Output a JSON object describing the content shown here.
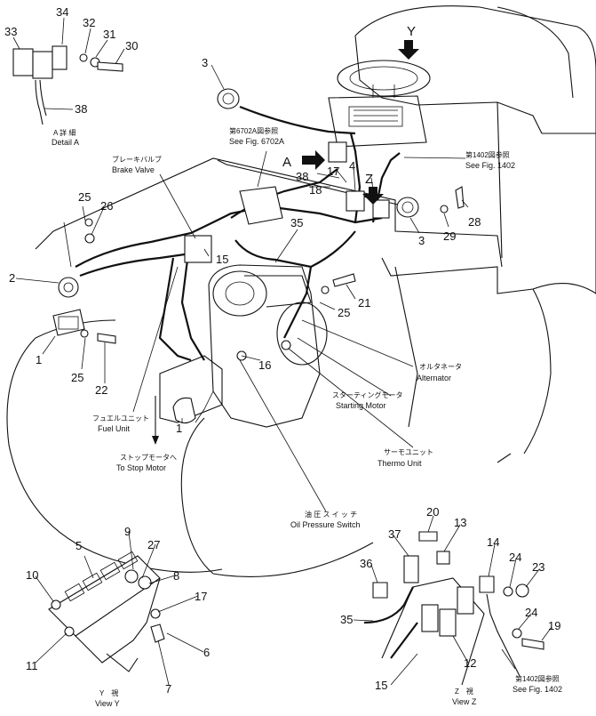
{
  "diagram": {
    "part_numbers": {
      "p1a": "1",
      "p1b": "1",
      "p2": "2",
      "p3a": "3",
      "p3b": "3",
      "p4": "4",
      "p5": "5",
      "p6": "6",
      "p7": "7",
      "p8": "8",
      "p9": "9",
      "p10": "10",
      "p11": "11",
      "p12": "12",
      "p13": "13",
      "p14": "14",
      "p15a": "15",
      "p15b": "15",
      "p16": "16",
      "p17a": "17",
      "p17b": "17",
      "p18": "18",
      "p19": "19",
      "p20": "20",
      "p21": "21",
      "p22": "22",
      "p23": "23",
      "p24a": "24",
      "p24b": "24",
      "p25a": "25",
      "p25b": "25",
      "p25c": "25",
      "p26": "26",
      "p27": "27",
      "p28": "28",
      "p29": "29",
      "p30": "30",
      "p31": "31",
      "p32": "32",
      "p33": "33",
      "p34": "34",
      "p35a": "35",
      "p35b": "35",
      "p36": "36",
      "p37": "37",
      "p38a": "38",
      "p38b": "38"
    },
    "view_letters": {
      "a": "A",
      "y": "Y",
      "z": "Z"
    },
    "labels": {
      "detail_a_jp": "A 詳 細",
      "detail_a": "Detail A",
      "see_6702a_jp": "第6702A図参照",
      "see_6702a": "See Fig. 6702A",
      "see_1402_jp": "第1402図参照",
      "see_1402": "See Fig. 1402",
      "brake_valve_jp": "ブレーキバルブ",
      "brake_valve": "Brake Valve",
      "alternator_jp": "オルタネータ",
      "alternator": "Alternator",
      "starting_motor_jp": "スターティングモータ",
      "starting_motor": "Starting Motor",
      "fuel_unit_jp": "フュエルユニット",
      "fuel_unit": "Fuel Unit",
      "stop_motor_jp": "ストップモータへ",
      "stop_motor": "To Stop Motor",
      "thermo_unit_jp": "サーモユニット",
      "thermo_unit": "Thermo Unit",
      "oil_pressure_jp": "油 圧 ス イ ッ チ",
      "oil_pressure": "Oil Pressure Switch",
      "view_y_jp": "Y　視",
      "view_y": "View Y",
      "view_z_jp": "Z　視",
      "view_z": "View Z",
      "see_1402b_jp": "第1402図参照",
      "see_1402b": "See Fig. 1402"
    }
  }
}
